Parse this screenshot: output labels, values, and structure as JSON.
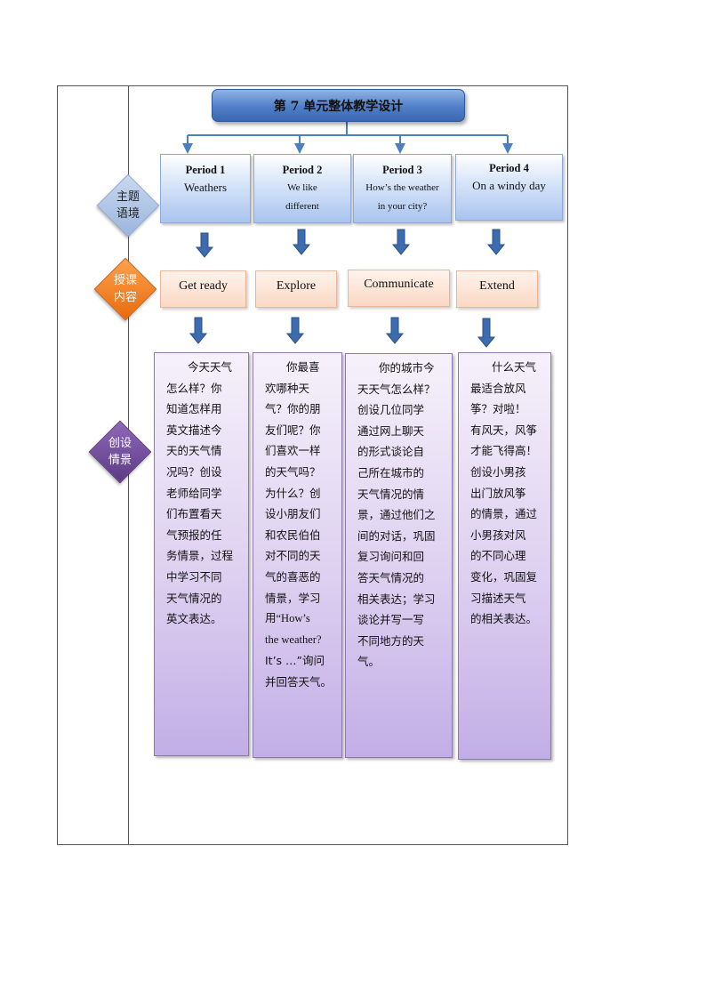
{
  "title": "第 7 单元整体教学设计",
  "row_labels": {
    "theme": [
      "主题",
      "语境"
    ],
    "content": [
      "授课",
      "内容"
    ],
    "scenario": [
      "创设",
      "情景"
    ]
  },
  "periods": [
    {
      "name": "Period 1",
      "theme": [
        "Weathers"
      ],
      "content": "Get ready",
      "scenario": [
        "今天天气",
        "怎么样？你",
        "知道怎样用",
        "英文描述今",
        "天的天气情",
        "况吗？创设",
        "老师给同学",
        "们布置看天",
        "气预报的任",
        "务情景，过程",
        "中学习不同",
        "天气情况的",
        "英文表达。"
      ]
    },
    {
      "name": "Period 2",
      "theme": [
        "We like",
        "different"
      ],
      "content": "Explore",
      "scenario": [
        "你最喜",
        "欢哪种天",
        "气？你的朋",
        "友们呢？你",
        "们喜欢一样",
        "的天气吗？",
        "为什么？创",
        "设小朋友们",
        "和农民伯伯",
        "对不同的天",
        "气的喜恶的",
        "情景，学习",
        "用“How’s",
        "the weather?",
        "It’s …”询问",
        "并回答天气。"
      ]
    },
    {
      "name": "Period 3",
      "theme": [
        "How’s the weather",
        "in your city?"
      ],
      "content": "Communicate",
      "scenario": [
        "你的城市今",
        "天天气怎么样？",
        "创设几位同学",
        "通过网上聊天",
        "的形式谈论自",
        "己所在城市的",
        "天气情况的情",
        "景，通过他们之",
        "间的对话，巩固",
        "复习询问和回",
        "答天气情况的",
        "相关表达；学习",
        "谈论并写一写",
        "不同地方的天",
        "气。"
      ]
    },
    {
      "name": "Period 4",
      "theme": [
        "On a windy day"
      ],
      "content": "Extend",
      "scenario": [
        "什么天气",
        "最适合放风",
        "筝？对啦！",
        "有风天，风筝",
        "才能飞得高！",
        "创设小男孩",
        "出门放风筝",
        "的情景，通过",
        "小男孩对风",
        "的不同心理",
        "变化，巩固复",
        "习描述天气",
        "的相关表达。"
      ]
    }
  ]
}
